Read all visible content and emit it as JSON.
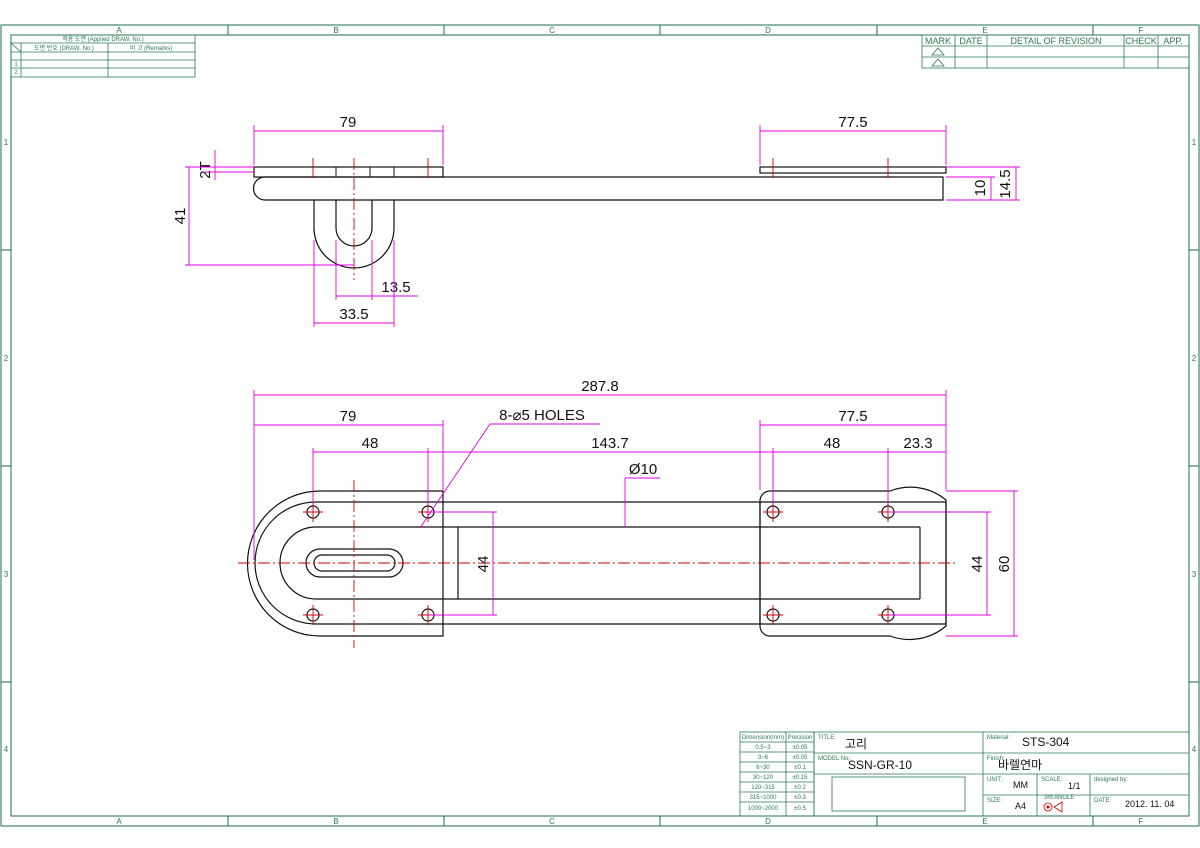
{
  "frame": {
    "zones_h": [
      "A",
      "B",
      "C",
      "D",
      "E",
      "F"
    ],
    "zones_v": [
      "1",
      "2",
      "3",
      "4"
    ]
  },
  "applied_table": {
    "title": "적용 도면 (Applied DRAW. No.)",
    "col1": "도면 번호 (DRAW. No.)",
    "col2": "비 고 (Remarks)",
    "rows": [
      "1",
      "2"
    ]
  },
  "revision_table": {
    "headers": [
      "MARK",
      "DATE",
      "DETAIL OF REVISION",
      "CHECK",
      "APP."
    ]
  },
  "drawing": {
    "top_view": {
      "dims": [
        "79",
        "77.5",
        "2T",
        "41",
        "10",
        "14.5",
        "13.5",
        "33.5"
      ]
    },
    "front_view": {
      "dims": [
        "287.8",
        "79",
        "77.5",
        "48",
        "143.7",
        "48",
        "23.3",
        "Ø10",
        "44",
        "44",
        "60"
      ],
      "holes_note": "8-⌀5 HOLES"
    }
  },
  "tolerance_table": {
    "headers": [
      "Dimension(mm)",
      "Precision"
    ],
    "rows": [
      [
        "0.5~3",
        "±0.05"
      ],
      [
        "3~6",
        "±0.05"
      ],
      [
        "6~30",
        "±0.1"
      ],
      [
        "30~120",
        "±0.15"
      ],
      [
        "120~315",
        "±0.2"
      ],
      [
        "315~1000",
        "±0.3"
      ],
      [
        "1000~2000",
        "±0.5"
      ]
    ]
  },
  "title_block": {
    "title_label": "TITLE:",
    "title": "고리",
    "model_label": "MODEL No.",
    "model": "SSN-GR-10",
    "material_label": "Material:",
    "material": "STS-304",
    "finish_label": "Finish:",
    "finish": "바렐연마",
    "unit_label": "UNIT:",
    "unit": "MM",
    "scale_label": "SCALE:",
    "scale": "1/1",
    "designed_label": "designed by:",
    "size_label": "SIZE:",
    "size": "A4",
    "projection_label": "3rd ANGLE",
    "date_label": "DATE:",
    "date": "2012. 11. 04"
  }
}
